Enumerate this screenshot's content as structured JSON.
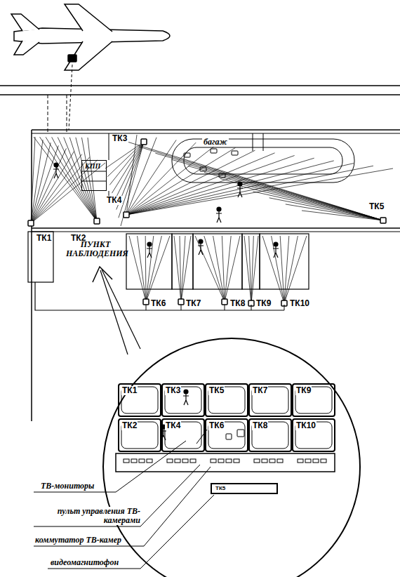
{
  "diagram": {
    "nodes": [
      {
        "text": [
          "КПП"
        ]
      },
      {
        "text": [
          "ТК1"
        ]
      },
      {
        "text": [
          "ТК3"
        ]
      },
      {
        "text": [
          "ТК5"
        ]
      },
      {
        "text": [
          "ТК7"
        ]
      },
      {
        "text": [
          "ТК9"
        ]
      },
      {
        "text": [
          "ТК2"
        ]
      },
      {
        "text": [
          "ТК4"
        ]
      },
      {
        "text": [
          "ТК6"
        ]
      },
      {
        "text": [
          "ТК8"
        ]
      },
      {
        "text": [
          "ТК10"
        ]
      },
      {
        "text": [
          "ТК5"
        ]
      }
    ],
    "labels": [
      "ТК3",
      "багаж",
      "ТК4",
      "ТК5",
      "ТК1",
      "ТК2",
      "ПУНКТ НАБЛЮДЕНИЯ",
      "ТК6",
      "ТК7",
      "ТК8",
      "ТК9",
      "ТК10",
      "ТВ-мониторы",
      "пульт управления ТВ-камерами",
      "коммутатор ТВ-камер",
      "видеомагнитофон"
    ]
  }
}
